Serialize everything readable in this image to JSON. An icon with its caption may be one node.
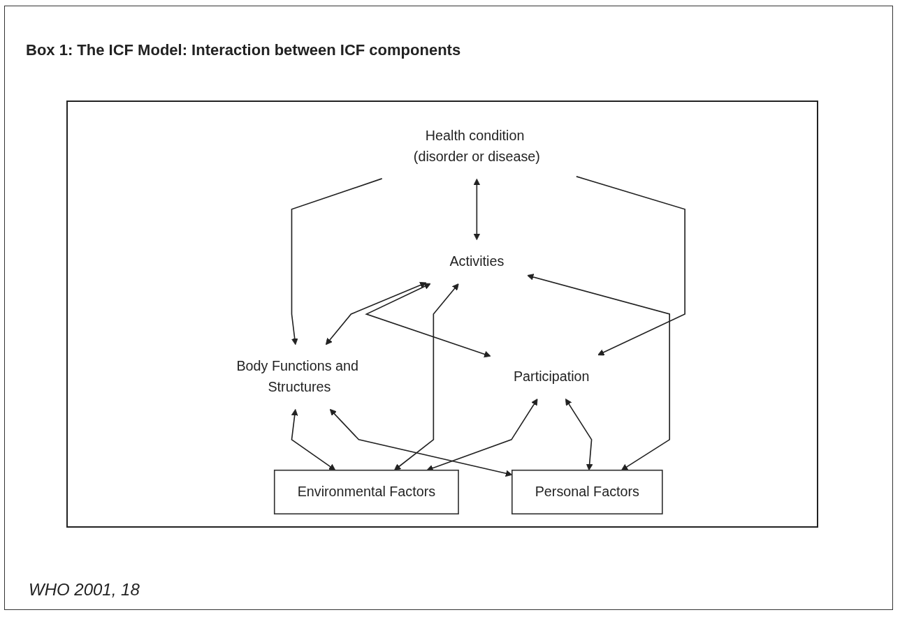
{
  "diagram": {
    "title": "Box 1: The ICF Model: Interaction between ICF components",
    "caption": "WHO 2001, 18",
    "nodes": [
      {
        "text": [
          "Health condition (disorder or disease)"
        ]
      },
      {
        "text": [
          "Body Functions and Structures"
        ]
      },
      {
        "text": [
          "Activities"
        ]
      },
      {
        "text": [
          "Participation"
        ]
      },
      {
        "text": [
          "Environmental Factors"
        ]
      },
      {
        "text": [
          "Personal Factors"
        ]
      }
    ],
    "edges": [
      {
        "from": 0,
        "to": 1,
        "arrow": "to"
      },
      {
        "from": 0,
        "to": 2,
        "arrow": "both"
      },
      {
        "from": 0,
        "to": 3,
        "arrow": "to"
      },
      {
        "from": 2,
        "to": 1,
        "arrow": "both"
      },
      {
        "from": 2,
        "to": 3,
        "arrow": "both"
      },
      {
        "from": 1,
        "to": 4,
        "arrow": "both"
      },
      {
        "from": 2,
        "to": 4,
        "arrow": "both"
      },
      {
        "from": 3,
        "to": 4,
        "arrow": "both"
      },
      {
        "from": 1,
        "to": 5,
        "arrow": "both"
      },
      {
        "from": 2,
        "to": 5,
        "arrow": "both"
      },
      {
        "from": 3,
        "to": 5,
        "arrow": "both"
      }
    ]
  }
}
